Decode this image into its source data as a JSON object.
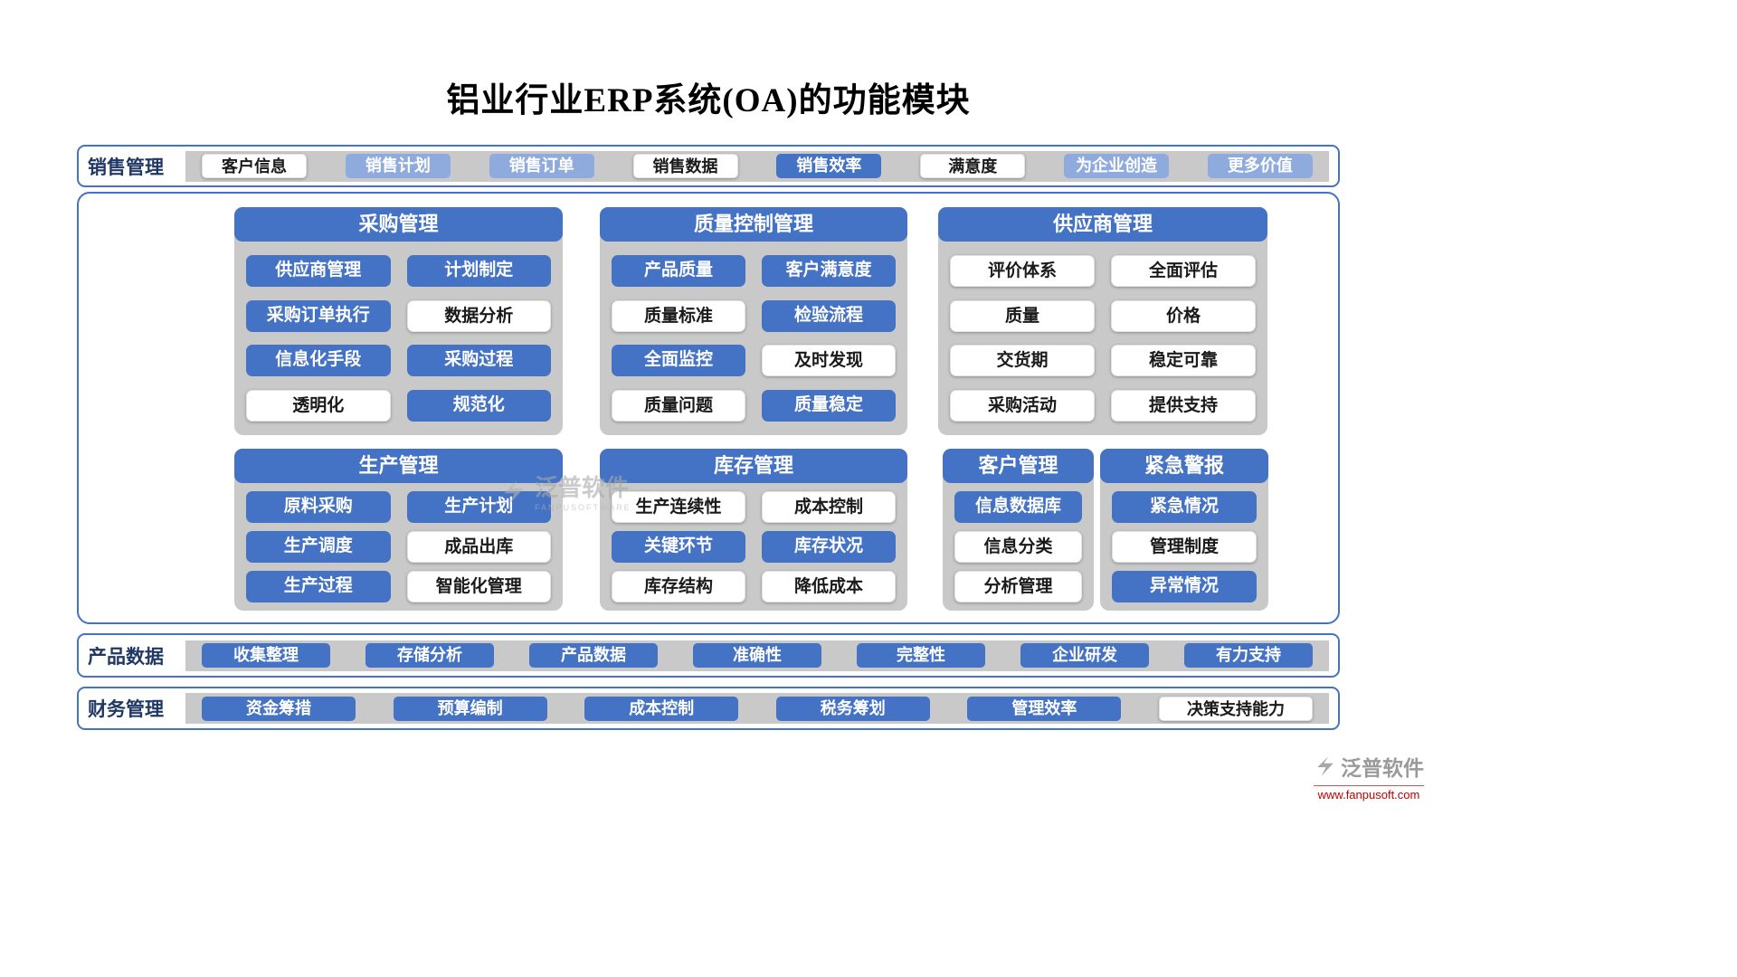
{
  "title": "铝业行业ERP系统(OA)的功能模块",
  "colors": {
    "blue": "#4472C4",
    "light_blue": "#8FAADC",
    "panel_gray": "#C9C9C9",
    "border_blue": "#4472C4",
    "label_navy": "#1F3864",
    "watermark_gray": "#a9a9a9",
    "watermark_red": "#c00000"
  },
  "strips": {
    "sales": {
      "label": "销售管理",
      "items": [
        {
          "label": "客户信息",
          "style": "white"
        },
        {
          "label": "销售计划",
          "style": "lightblue"
        },
        {
          "label": "销售订单",
          "style": "lightblue"
        },
        {
          "label": "销售数据",
          "style": "white"
        },
        {
          "label": "销售效率",
          "style": "blue"
        },
        {
          "label": "满意度",
          "style": "white"
        },
        {
          "label": "为企业创造",
          "style": "lightblue"
        },
        {
          "label": "更多价值",
          "style": "lightblue"
        }
      ]
    },
    "product": {
      "label": "产品数据",
      "items": [
        {
          "label": "收集整理",
          "style": "blue"
        },
        {
          "label": "存储分析",
          "style": "blue"
        },
        {
          "label": "产品数据",
          "style": "blue"
        },
        {
          "label": "准确性",
          "style": "blue"
        },
        {
          "label": "完整性",
          "style": "blue"
        },
        {
          "label": "企业研发",
          "style": "blue"
        },
        {
          "label": "有力支持",
          "style": "blue"
        }
      ]
    },
    "finance": {
      "label": "财务管理",
      "items": [
        {
          "label": "资金筹措",
          "style": "blue"
        },
        {
          "label": "预算编制",
          "style": "blue"
        },
        {
          "label": "成本控制",
          "style": "blue"
        },
        {
          "label": "税务筹划",
          "style": "blue"
        },
        {
          "label": "管理效率",
          "style": "blue"
        },
        {
          "label": "决策支持能力",
          "style": "white"
        }
      ]
    }
  },
  "cards": [
    {
      "id": "procurement",
      "title": "采购管理",
      "cols": 2,
      "items": [
        {
          "label": "供应商管理",
          "style": "blue"
        },
        {
          "label": "计划制定",
          "style": "blue"
        },
        {
          "label": "采购订单执行",
          "style": "blue"
        },
        {
          "label": "数据分析",
          "style": "white"
        },
        {
          "label": "信息化手段",
          "style": "blue"
        },
        {
          "label": "采购过程",
          "style": "blue"
        },
        {
          "label": "透明化",
          "style": "white"
        },
        {
          "label": "规范化",
          "style": "blue"
        }
      ]
    },
    {
      "id": "quality",
      "title": "质量控制管理",
      "cols": 2,
      "items": [
        {
          "label": "产品质量",
          "style": "blue"
        },
        {
          "label": "客户满意度",
          "style": "blue"
        },
        {
          "label": "质量标准",
          "style": "white"
        },
        {
          "label": "检验流程",
          "style": "blue"
        },
        {
          "label": "全面监控",
          "style": "blue"
        },
        {
          "label": "及时发现",
          "style": "white"
        },
        {
          "label": "质量问题",
          "style": "white"
        },
        {
          "label": "质量稳定",
          "style": "blue"
        }
      ]
    },
    {
      "id": "supplier",
      "title": "供应商管理",
      "cols": 2,
      "items": [
        {
          "label": "评价体系",
          "style": "white"
        },
        {
          "label": "全面评估",
          "style": "white"
        },
        {
          "label": "质量",
          "style": "white"
        },
        {
          "label": "价格",
          "style": "white"
        },
        {
          "label": "交货期",
          "style": "white"
        },
        {
          "label": "稳定可靠",
          "style": "white"
        },
        {
          "label": "采购活动",
          "style": "white"
        },
        {
          "label": "提供支持",
          "style": "white"
        }
      ]
    },
    {
      "id": "production",
      "title": "生产管理",
      "cols": 2,
      "items": [
        {
          "label": "原料采购",
          "style": "blue"
        },
        {
          "label": "生产计划",
          "style": "blue"
        },
        {
          "label": "生产调度",
          "style": "blue"
        },
        {
          "label": "成品出库",
          "style": "white"
        },
        {
          "label": "生产过程",
          "style": "blue"
        },
        {
          "label": "智能化管理",
          "style": "white"
        }
      ]
    },
    {
      "id": "inventory",
      "title": "库存管理",
      "cols": 2,
      "items": [
        {
          "label": "生产连续性",
          "style": "white"
        },
        {
          "label": "成本控制",
          "style": "white"
        },
        {
          "label": "关键环节",
          "style": "blue"
        },
        {
          "label": "库存状况",
          "style": "blue"
        },
        {
          "label": "库存结构",
          "style": "white"
        },
        {
          "label": "降低成本",
          "style": "white"
        }
      ]
    },
    {
      "id": "customer",
      "title": "客户管理",
      "cols": 1,
      "items": [
        {
          "label": "信息数据库",
          "style": "blue"
        },
        {
          "label": "信息分类",
          "style": "white"
        },
        {
          "label": "分析管理",
          "style": "white"
        }
      ]
    },
    {
      "id": "alert",
      "title": "紧急警报",
      "cols": 1,
      "items": [
        {
          "label": "紧急情况",
          "style": "blue"
        },
        {
          "label": "管理制度",
          "style": "white"
        },
        {
          "label": "异常情况",
          "style": "blue"
        }
      ]
    }
  ],
  "watermark": {
    "brand": "泛普软件",
    "brand_sub": "FANPUSOFTWARE",
    "url": "www.fanpusoft.com"
  }
}
